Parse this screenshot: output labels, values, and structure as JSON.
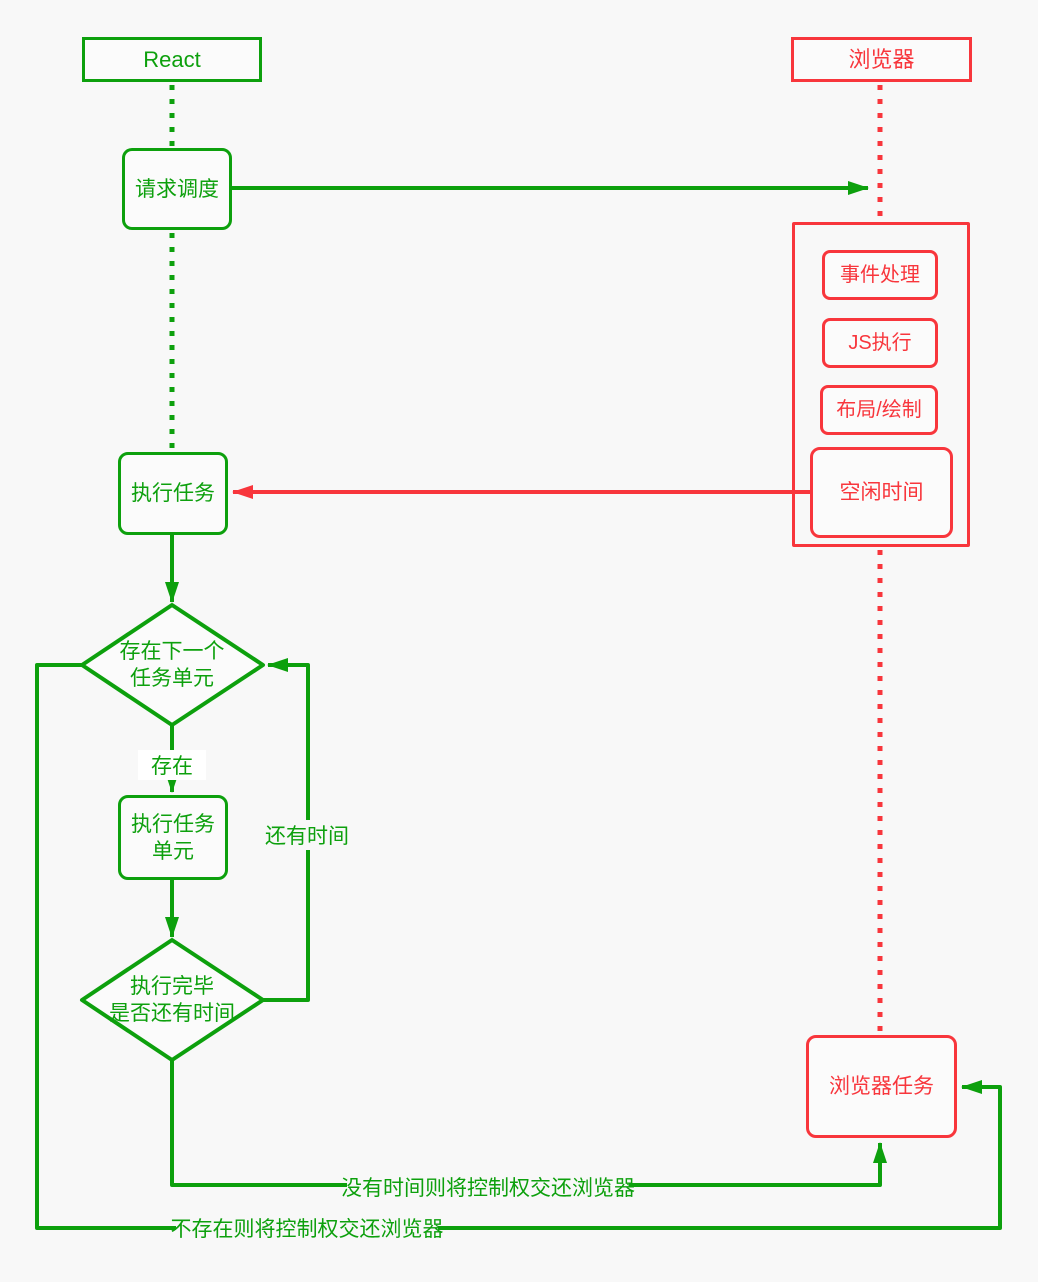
{
  "colors": {
    "green": "#0da00d",
    "red": "#f8363c",
    "background": "#f8f8f8"
  },
  "nodes": {
    "react": {
      "label": "React"
    },
    "browser": {
      "label": "浏览器"
    },
    "request_schedule": {
      "label": "请求调度"
    },
    "execute_task": {
      "label": "执行任务"
    },
    "browser_container": {
      "event_handling": {
        "label": "事件处理"
      },
      "js_execution": {
        "label": "JS执行"
      },
      "layout_paint": {
        "label": "布局/绘制"
      },
      "idle_time": {
        "label": "空闲时间"
      }
    },
    "has_next_unit_decision": {
      "line1": "存在下一个",
      "line2": "任务单元"
    },
    "execute_unit": {
      "line1": "执行任务",
      "line2": "单元"
    },
    "done_has_time_decision": {
      "line1": "执行完毕",
      "line2": "是否还有时间"
    },
    "browser_task": {
      "label": "浏览器任务"
    }
  },
  "edge_labels": {
    "exists": "存在",
    "still_have_time": "还有时间",
    "no_time": "没有时间则将控制权交还浏览器",
    "not_exists": "不存在则将控制权交还浏览器"
  }
}
